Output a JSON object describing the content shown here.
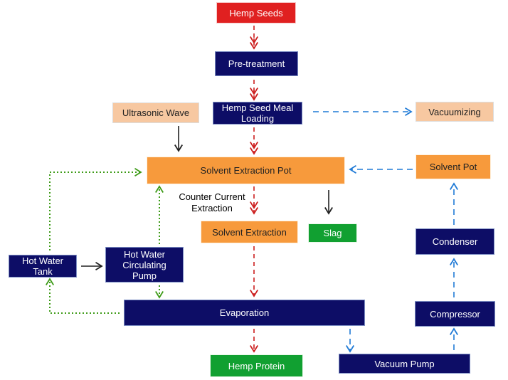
{
  "colors": {
    "red_process": "#e02020",
    "navy_process": "#0d0d66",
    "peach_process": "#f7c8a1",
    "orange_process": "#f79a3c",
    "green_process": "#11a031",
    "red_arrow": "#cc1f1f",
    "blue_arrow": "#1f7ad6",
    "green_arrow": "#3e9b18",
    "black_arrow": "#222222"
  },
  "nodes": {
    "hemp_seeds": "Hemp Seeds",
    "pretreatment": "Pre-treatment",
    "hemp_seed_meal_loading": "Hemp Seed Meal\nLoading",
    "ultrasonic_wave": "Ultrasonic Wave",
    "vacuumizing": "Vacuumizing",
    "solvent_extraction_pot": "Solvent Extraction Pot",
    "solvent_pot": "Solvent Pot",
    "solvent_extraction": "Solvent Extraction",
    "slag": "Slag",
    "condenser": "Condenser",
    "hot_water_tank": "Hot Water\nTank",
    "hot_water_circulating_pump": "Hot Water\nCirculating\nPump",
    "evaporation": "Evaporation",
    "compressor": "Compressor",
    "hemp_protein": "Hemp Protein",
    "vacuum_pump": "Vacuum Pump"
  },
  "labels": {
    "counter_current_extraction": "Counter Current\nExtraction"
  }
}
